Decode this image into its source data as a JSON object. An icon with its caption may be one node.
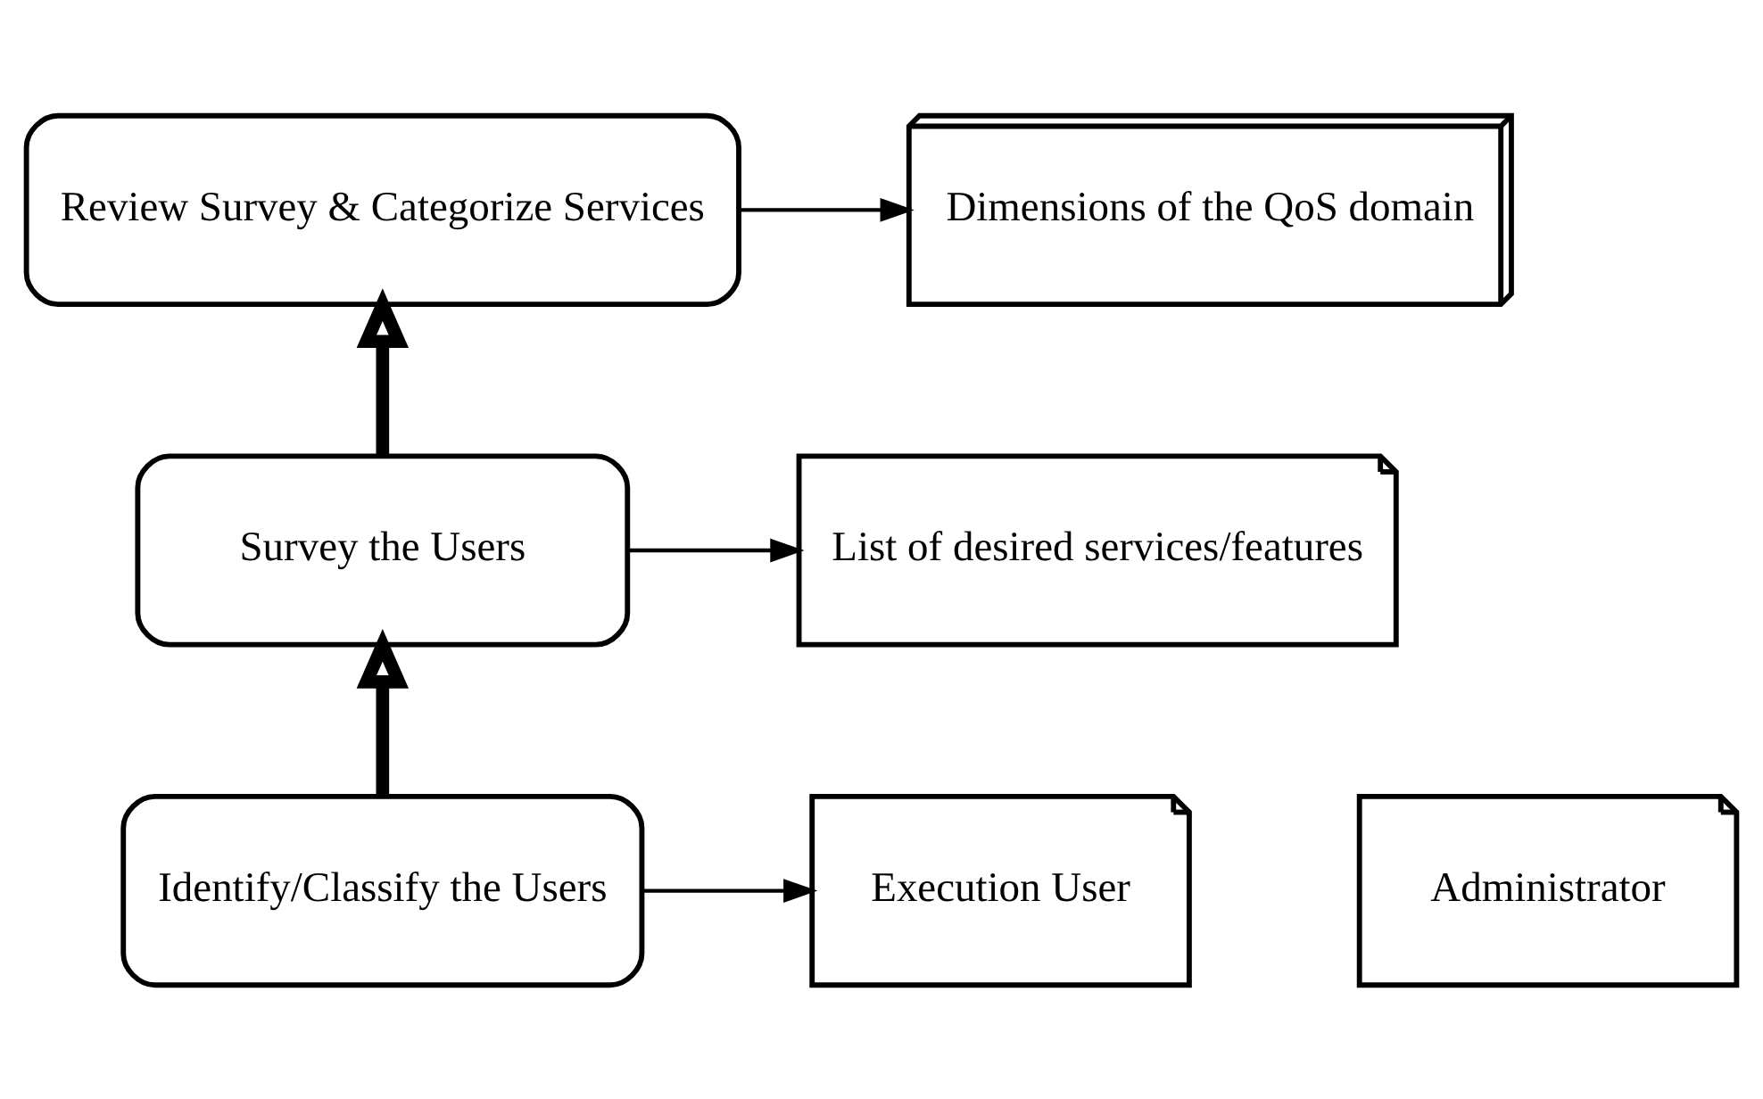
{
  "diagram": {
    "nodes": [
      {
        "text": [
          "Review Survey & Categorize Services"
        ]
      },
      {
        "text": [
          "Dimensions of the QoS domain"
        ]
      },
      {
        "text": [
          "Survey the Users"
        ]
      },
      {
        "text": [
          "List of desired services/features"
        ]
      },
      {
        "text": [
          "Identify/Classify the Users"
        ]
      },
      {
        "text": [
          "Execution User"
        ]
      },
      {
        "text": [
          "Administrator"
        ]
      }
    ],
    "edges": [
      {
        "from": 0,
        "to": 1,
        "arrow": "to"
      },
      {
        "from": 2,
        "to": 3,
        "arrow": "to"
      },
      {
        "from": 4,
        "to": 5,
        "arrow": "to"
      },
      {
        "from": 2,
        "to": 0,
        "arrow": "to",
        "style": "thick"
      },
      {
        "from": 4,
        "to": 2,
        "arrow": "to",
        "style": "thick"
      }
    ]
  }
}
